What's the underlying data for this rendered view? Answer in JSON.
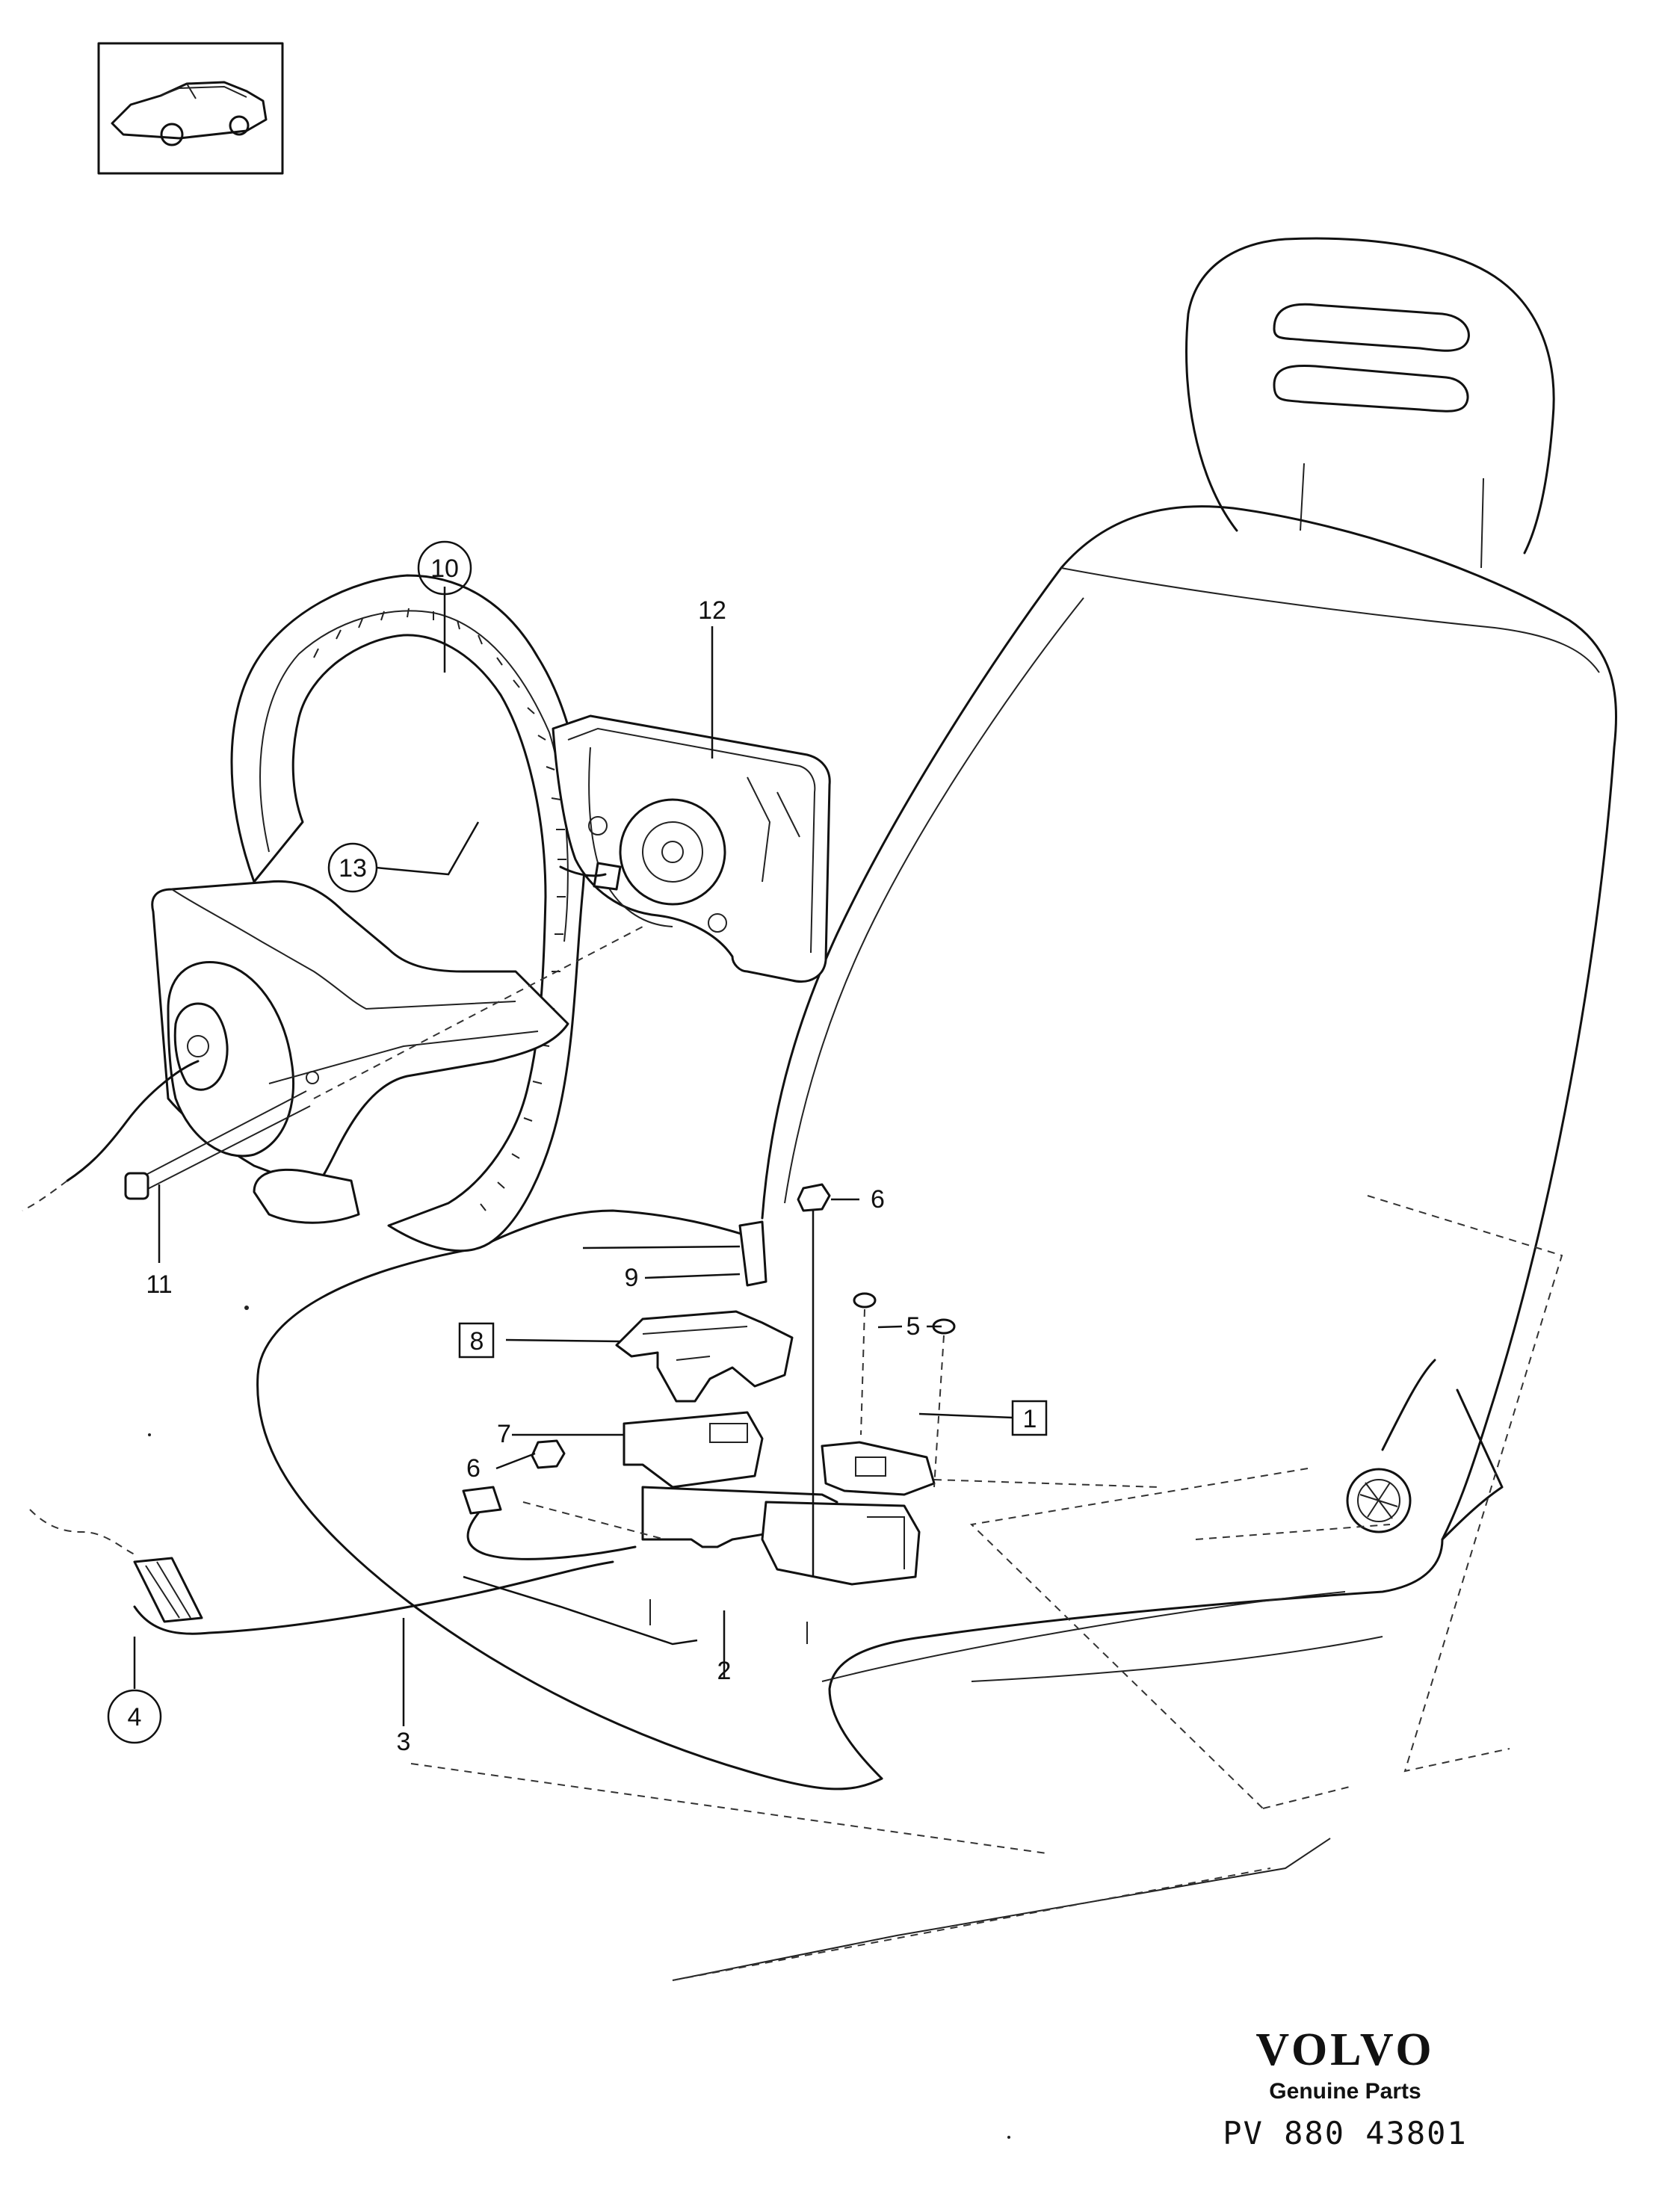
{
  "callouts": [
    {
      "number": "1",
      "style": "box"
    },
    {
      "number": "2",
      "style": "plain"
    },
    {
      "number": "3",
      "style": "plain"
    },
    {
      "number": "4",
      "style": "circle"
    },
    {
      "number": "5",
      "style": "plain"
    },
    {
      "number": "6",
      "style": "plain"
    },
    {
      "number": "7",
      "style": "plain"
    },
    {
      "number": "8",
      "style": "box"
    },
    {
      "number": "9",
      "style": "plain"
    },
    {
      "number": "10",
      "style": "circle"
    },
    {
      "number": "11",
      "style": "plain"
    },
    {
      "number": "12",
      "style": "plain"
    },
    {
      "number": "13",
      "style": "circle"
    }
  ],
  "second_six": "6",
  "brand": {
    "logo": "VOLVO",
    "subtitle": "Genuine Parts",
    "code": "PV 880 43801"
  }
}
